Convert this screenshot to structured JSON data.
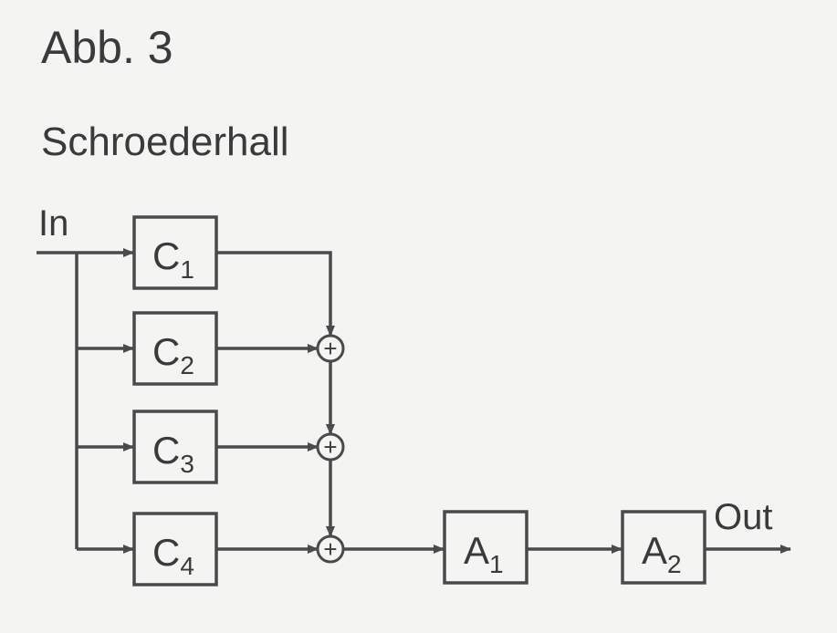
{
  "figure": {
    "label": "Abb. 3",
    "title": "Schroederhall"
  },
  "diagram": {
    "input_label": "In",
    "output_label": "Out",
    "comb_filters": [
      {
        "letter": "C",
        "index": "1"
      },
      {
        "letter": "C",
        "index": "2"
      },
      {
        "letter": "C",
        "index": "3"
      },
      {
        "letter": "C",
        "index": "4"
      }
    ],
    "allpass_filters": [
      {
        "letter": "A",
        "index": "1"
      },
      {
        "letter": "A",
        "index": "2"
      }
    ],
    "summing_symbol": "+"
  }
}
